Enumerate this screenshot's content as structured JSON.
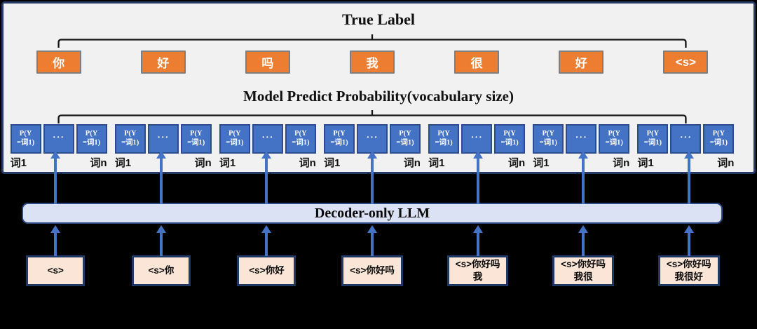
{
  "titles": {
    "true_label": "True Label",
    "predict": "Model Predict Probability(vocabulary size)"
  },
  "tokens": [
    "你",
    "好",
    "吗",
    "我",
    "很",
    "好",
    "<s>"
  ],
  "prob_groups": [
    {
      "left": "P(Y\n=词1)",
      "mid": "···",
      "right": "P(Y\n=词1)",
      "label_left": "词1",
      "label_mid": "...",
      "label_right": "词n"
    },
    {
      "left": "P(Y\n=词1)",
      "mid": "···",
      "right": "P(Y\n=词1)",
      "label_left": "词1",
      "label_mid": "...",
      "label_right": "词n"
    },
    {
      "left": "P(Y\n=词1)",
      "mid": "···",
      "right": "P(Y\n=词1)",
      "label_left": "词1",
      "label_mid": "...",
      "label_right": "词n"
    },
    {
      "left": "P(Y\n=词1)",
      "mid": "···",
      "right": "P(Y\n=词1)",
      "label_left": "词1",
      "label_mid": "...",
      "label_right": "词n"
    },
    {
      "left": "P(Y\n=词1)",
      "mid": "···",
      "right": "P(Y\n=词1)",
      "label_left": "词1",
      "label_mid": "...",
      "label_right": "词n"
    },
    {
      "left": "P(Y\n=词1)",
      "mid": "···",
      "right": "P(Y\n=词1)",
      "label_left": "词1",
      "label_mid": "...",
      "label_right": "词n"
    },
    {
      "left": "P(Y\n=词1)",
      "mid": "···",
      "right": "P(Y\n=词1)",
      "label_left": "词1",
      "label_mid": "...",
      "label_right": "词n"
    }
  ],
  "decoder": {
    "label": "Decoder-only LLM"
  },
  "inputs": [
    "<s>",
    "<s>你",
    "<s>你好",
    "<s>你好吗",
    "<s>你好吗\n我",
    "<s>你好吗\n我很",
    "<s>你好吗\n我很好"
  ],
  "colors": {
    "token_fill": "#ED7D31",
    "prob_fill": "#4472C4",
    "arrow": "#4472C4",
    "decoder_fill": "#DBE2F4",
    "input_fill": "#FBE5D6",
    "panel_bg": "#F1F1F2",
    "panel_border": "#263A66",
    "background": "#000000"
  }
}
